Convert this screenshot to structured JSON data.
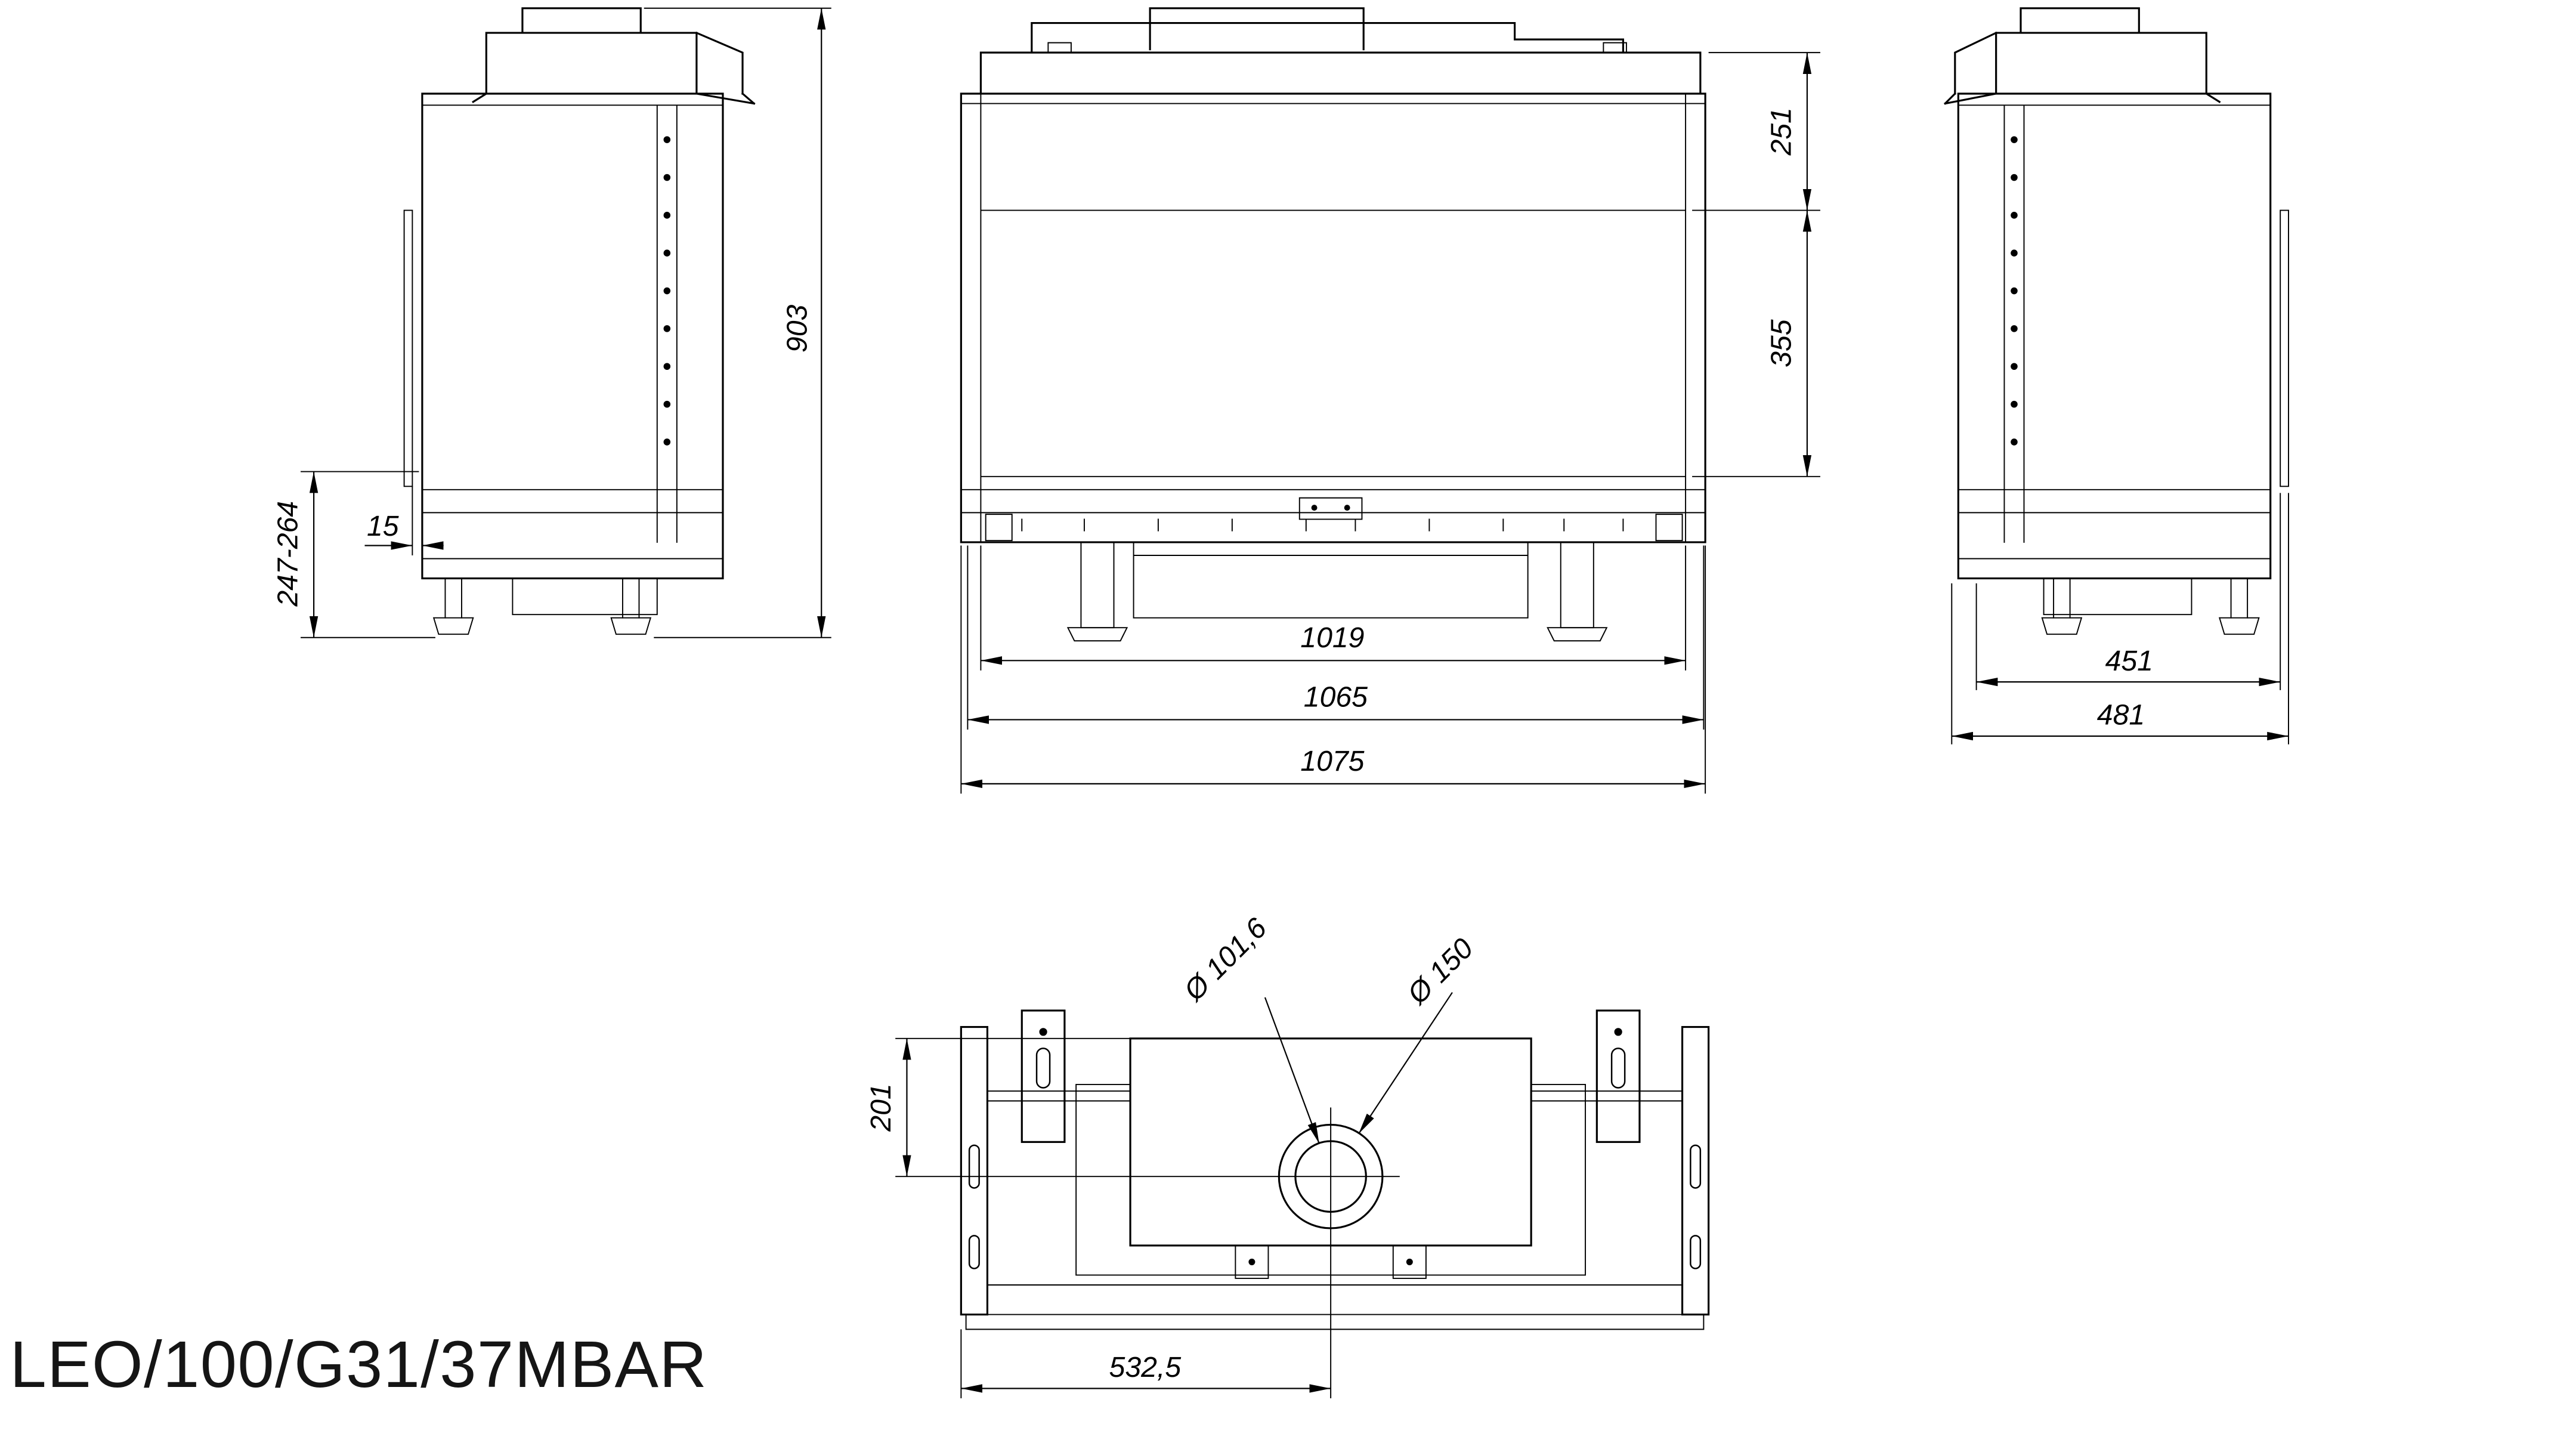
{
  "title": "LEO/100/G31/37MBAR",
  "views": {
    "side_left": {
      "dim_height_total": "903",
      "dim_floor_range": "247-264",
      "dim_back_gap": "15"
    },
    "front": {
      "dim_hood_height": "251",
      "dim_glass_height": "355",
      "dim_width_inner": "1019",
      "dim_width_mid": "1065",
      "dim_width_outer": "1075"
    },
    "side_right": {
      "dim_depth_inner": "451",
      "dim_depth_outer": "481"
    },
    "top": {
      "dim_flue_offset_back": "201",
      "dim_flue_offset_side": "532,5",
      "dim_flue_inner": "Ø 101,6",
      "dim_flue_outer": "Ø 150"
    }
  },
  "colors": {
    "line": "#000000",
    "background": "#ffffff"
  }
}
